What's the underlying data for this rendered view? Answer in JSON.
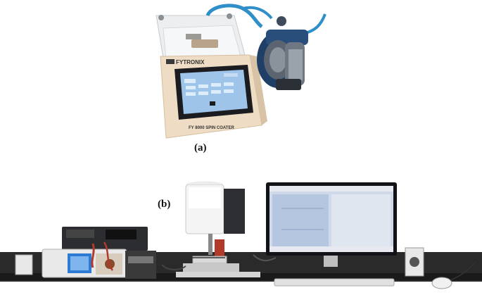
{
  "labels": {
    "panel_a": "(a)",
    "panel_b": "(b)"
  },
  "device_a": {
    "brand": "FYTRONIX",
    "model": "FY 8000 SPIN COATER"
  },
  "colors": {
    "body_beige": "#efdcc4",
    "body_shadow": "#d9c3a6",
    "screen_bezel": "#1b1c1f",
    "screen_blue": "#9ec4ea",
    "tube_blue": "#2f8fc9",
    "pump_navy": "#1f3f66",
    "bench_dark": "#2a2a2a",
    "monitor_screen": "#cfd9ea"
  }
}
